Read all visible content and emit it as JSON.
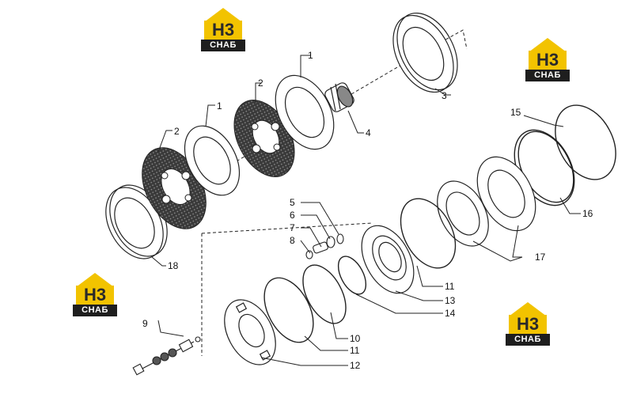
{
  "watermarks": [
    {
      "mark": "H3",
      "caption": "СНАБ"
    },
    {
      "mark": "H3",
      "caption": "СНАБ"
    },
    {
      "mark": "H3",
      "caption": "СНАБ"
    },
    {
      "mark": "H3",
      "caption": "СНАБ"
    }
  ],
  "callouts": {
    "c1a": "1",
    "c1b": "1",
    "c2a": "2",
    "c2b": "2",
    "c3": "3",
    "c4": "4",
    "c5": "5",
    "c6": "6",
    "c7": "7",
    "c8": "8",
    "c9": "9",
    "c10": "10",
    "c11a": "11",
    "c11b": "11",
    "c12": "12",
    "c13": "13",
    "c14": "14",
    "c15": "15",
    "c16": "16",
    "c17": "17",
    "c18": "18"
  },
  "colors": {
    "line": "#222222",
    "fill": "#ffffff",
    "friction": "#3a3a3a",
    "logo_yellow": "#f2c300"
  }
}
